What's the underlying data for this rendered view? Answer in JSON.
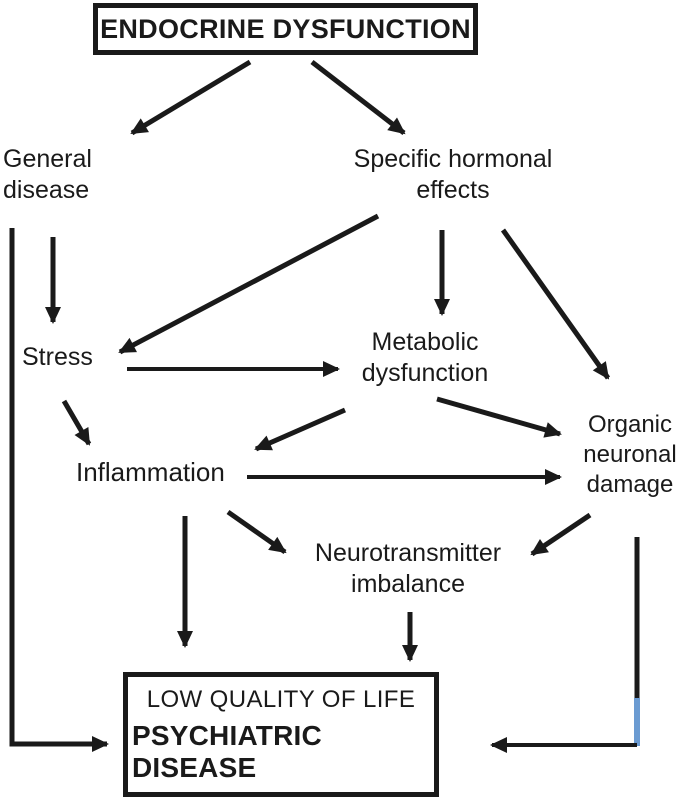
{
  "colors": {
    "line": "#1a1a1a",
    "accent": "#6b9bd2",
    "background": "#ffffff"
  },
  "nodes": {
    "endocrine": {
      "label": "ENDOCRINE DYSFUNCTION"
    },
    "general": {
      "label": "General\ndisease"
    },
    "specific": {
      "label": "Specific hormonal\neffects"
    },
    "stress": {
      "label": "Stress"
    },
    "metabolic": {
      "label": "Metabolic\ndysfunction"
    },
    "organic": {
      "label": "Organic\nneuronal\ndamage"
    },
    "inflammation": {
      "label": "Inflammation"
    },
    "neurotransmitter": {
      "label": "Neurotransmitter\nimbalance"
    },
    "outcome": {
      "line1": "LOW QUALITY OF LIFE",
      "line2": "PSYCHIATRIC DISEASE"
    }
  },
  "edges": [
    {
      "from": "endocrine-dysfunction",
      "to": "general-disease"
    },
    {
      "from": "endocrine-dysfunction",
      "to": "specific-hormonal-effects"
    },
    {
      "from": "general-disease",
      "to": "stress"
    },
    {
      "from": "general-disease",
      "to": "psychiatric-disease"
    },
    {
      "from": "specific-hormonal-effects",
      "to": "stress"
    },
    {
      "from": "specific-hormonal-effects",
      "to": "metabolic-dysfunction"
    },
    {
      "from": "specific-hormonal-effects",
      "to": "organic-neuronal-damage"
    },
    {
      "from": "stress",
      "to": "metabolic-dysfunction"
    },
    {
      "from": "stress",
      "to": "inflammation"
    },
    {
      "from": "metabolic-dysfunction",
      "to": "inflammation"
    },
    {
      "from": "metabolic-dysfunction",
      "to": "organic-neuronal-damage"
    },
    {
      "from": "inflammation",
      "to": "organic-neuronal-damage"
    },
    {
      "from": "inflammation",
      "to": "neurotransmitter-imbalance"
    },
    {
      "from": "inflammation",
      "to": "low-quality-of-life"
    },
    {
      "from": "organic-neuronal-damage",
      "to": "neurotransmitter-imbalance"
    },
    {
      "from": "neurotransmitter-imbalance",
      "to": "low-quality-of-life"
    },
    {
      "from": "organic-neuronal-damage",
      "to": "psychiatric-disease"
    }
  ]
}
